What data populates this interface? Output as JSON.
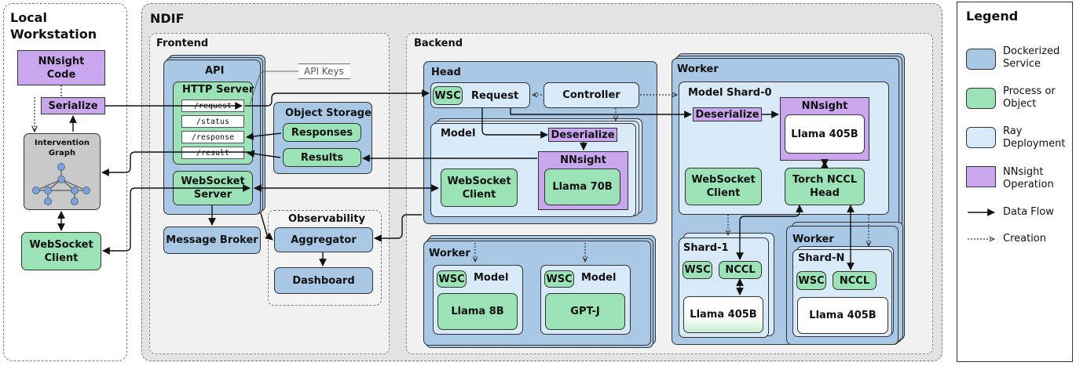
{
  "local": {
    "title_line1": "Local",
    "title_line2": "Workstation",
    "nnsight_code_line1": "NNsight",
    "nnsight_code_line2": "Code",
    "serialize": "Serialize",
    "graph_line1": "Intervention",
    "graph_line2": "Graph",
    "ws_client_line1": "WebSocket",
    "ws_client_line2": "Client"
  },
  "ndif": {
    "title": "NDIF",
    "frontend": {
      "title": "Frontend",
      "api_title": "API",
      "http_server": "HTTP Server",
      "endpoints": [
        "/request",
        "/status",
        "/response",
        "/result"
      ],
      "api_keys": "API Keys",
      "object_storage": "Object Storage",
      "responses": "Responses",
      "results": "Results",
      "ws_server_line1": "WebSocket",
      "ws_server_line2": "Server",
      "message_broker": "Message Broker",
      "observability": "Observability",
      "aggregator": "Aggregator",
      "dashboard": "Dashboard"
    },
    "backend": {
      "title": "Backend",
      "head": {
        "title": "Head",
        "wsc": "WSC",
        "request": "Request",
        "controller": "Controller",
        "model_title": "Model",
        "deserialize": "Deserialize",
        "nnsight": "NNsight",
        "llama70b": "Llama 70B",
        "ws_client_line1": "WebSocket",
        "ws_client_line2": "Client"
      },
      "worker_small": {
        "title": "Worker",
        "wsc_a": "WSC",
        "model_a": "Model",
        "llama8b": "Llama 8B",
        "wsc_b": "WSC",
        "model_b": "Model",
        "gptj": "GPT-J"
      },
      "worker_big": {
        "title": "Worker",
        "shard0": "Model Shard-0",
        "deserialize": "Deserialize",
        "nnsight": "NNsight",
        "llama405b": "Llama 405B",
        "ws_client_line1": "WebSocket",
        "ws_client_line2": "Client",
        "torch_line1": "Torch NCCL",
        "torch_line2": "Head",
        "shard1": "Shard-1",
        "wsc1": "WSC",
        "nccl1": "NCCL",
        "llama405b_1": "Llama 405B",
        "worker_n_title": "Worker",
        "shardn": "Shard-N",
        "wscn": "WSC",
        "ncc_n": "NCCL",
        "llama405b_n": "Llama 405B"
      }
    }
  },
  "legend": {
    "title": "Legend",
    "items": [
      {
        "line1": "Dockerized",
        "line2": "Service",
        "color": "#a9c8e6"
      },
      {
        "line1": "Process or",
        "line2": "Object",
        "color": "#9be3b6"
      },
      {
        "line1": "Ray",
        "line2": "Deployment",
        "color": "#d8e9f8"
      },
      {
        "line1": "NNsight",
        "line2": "Operation",
        "color": "#c9a6ee"
      }
    ],
    "data_flow": "Data Flow",
    "creation": "Creation"
  }
}
